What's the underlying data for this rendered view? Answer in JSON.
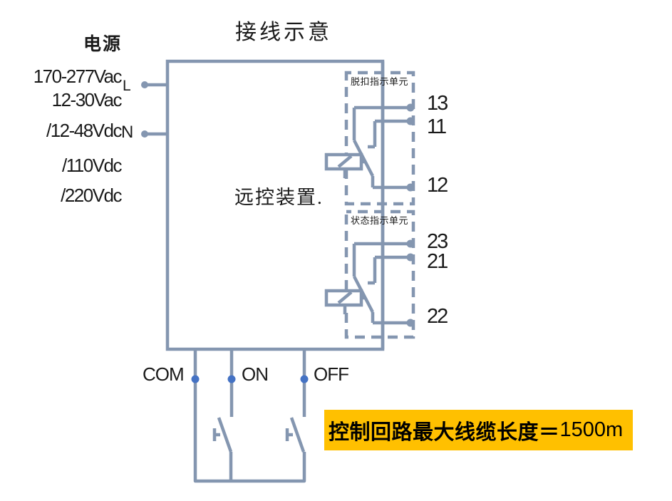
{
  "diagram": {
    "title": "接线示意",
    "power": {
      "label": "电源",
      "line1": "170-277Vac",
      "line1_terminal": "L",
      "line2": "12-30Vac",
      "line3": "/12-48Vdc",
      "line3_terminal": "N",
      "line4": "/110Vdc",
      "line5": "/220Vdc"
    },
    "device_label": "远控装置.",
    "trip_unit": {
      "label": "脱扣指示单元",
      "terminals": [
        "13",
        "11",
        "12"
      ]
    },
    "status_unit": {
      "label": "状态指示单元",
      "terminals": [
        "23",
        "21",
        "22"
      ]
    },
    "control": {
      "com": "COM",
      "on": "ON",
      "off": "OFF"
    },
    "note": {
      "label": "控制回路最大线缆长度＝",
      "value": "1500m"
    },
    "colors": {
      "line": "#8496B0",
      "dot": "#4472C4",
      "note_bg": "#FFC000"
    }
  }
}
